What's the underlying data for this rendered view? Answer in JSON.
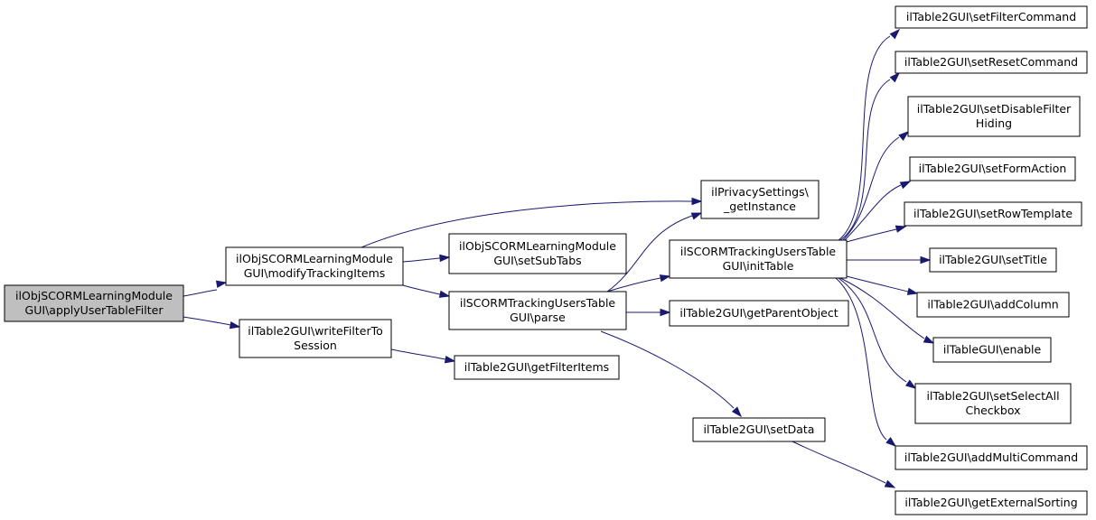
{
  "colors": {
    "node_fill": "#ffffff",
    "root_fill": "#bfbfbf",
    "edge": "#191970",
    "border": "#000000"
  },
  "nodes": [
    {
      "id": "applyUserTableFilter",
      "lines": [
        "ilObjSCORMLearningModule",
        "GUI\\applyUserTableFilter"
      ],
      "root": true
    },
    {
      "id": "modifyTrackingItems",
      "lines": [
        "ilObjSCORMLearningModule",
        "GUI\\modifyTrackingItems"
      ]
    },
    {
      "id": "writeFilterToSession",
      "lines": [
        "ilTable2GUI\\writeFilterTo",
        "Session"
      ]
    },
    {
      "id": "privacyGetInstance",
      "lines": [
        "ilPrivacySettings\\",
        "_getInstance"
      ]
    },
    {
      "id": "setSubTabs",
      "lines": [
        "ilObjSCORMLearningModule",
        "GUI\\setSubTabs"
      ]
    },
    {
      "id": "parse",
      "lines": [
        "ilSCORMTrackingUsersTable",
        "GUI\\parse"
      ]
    },
    {
      "id": "getFilterItems",
      "lines": [
        "ilTable2GUI\\getFilterItems"
      ]
    },
    {
      "id": "initTable",
      "lines": [
        "ilSCORMTrackingUsersTable",
        "GUI\\initTable"
      ]
    },
    {
      "id": "getParentObject",
      "lines": [
        "ilTable2GUI\\getParentObject"
      ]
    },
    {
      "id": "setData",
      "lines": [
        "ilTable2GUI\\setData"
      ]
    },
    {
      "id": "setFilterCommand",
      "lines": [
        "ilTable2GUI\\setFilterCommand"
      ]
    },
    {
      "id": "setResetCommand",
      "lines": [
        "ilTable2GUI\\setResetCommand"
      ]
    },
    {
      "id": "setDisableFilterHiding",
      "lines": [
        "ilTable2GUI\\setDisableFilter",
        "Hiding"
      ]
    },
    {
      "id": "setFormAction",
      "lines": [
        "ilTable2GUI\\setFormAction"
      ]
    },
    {
      "id": "setRowTemplate",
      "lines": [
        "ilTable2GUI\\setRowTemplate"
      ]
    },
    {
      "id": "setTitle",
      "lines": [
        "ilTable2GUI\\setTitle"
      ]
    },
    {
      "id": "addColumn",
      "lines": [
        "ilTable2GUI\\addColumn"
      ]
    },
    {
      "id": "enable",
      "lines": [
        "ilTableGUI\\enable"
      ]
    },
    {
      "id": "setSelectAllCheckbox",
      "lines": [
        "ilTable2GUI\\setSelectAll",
        "Checkbox"
      ]
    },
    {
      "id": "addMultiCommand",
      "lines": [
        "ilTable2GUI\\addMultiCommand"
      ]
    },
    {
      "id": "getExternalSorting",
      "lines": [
        "ilTable2GUI\\getExternalSorting"
      ]
    }
  ],
  "edges": [
    {
      "from": "applyUserTableFilter",
      "to": "modifyTrackingItems"
    },
    {
      "from": "applyUserTableFilter",
      "to": "writeFilterToSession"
    },
    {
      "from": "modifyTrackingItems",
      "to": "privacyGetInstance"
    },
    {
      "from": "modifyTrackingItems",
      "to": "setSubTabs"
    },
    {
      "from": "modifyTrackingItems",
      "to": "parse"
    },
    {
      "from": "writeFilterToSession",
      "to": "getFilterItems"
    },
    {
      "from": "parse",
      "to": "privacyGetInstance"
    },
    {
      "from": "parse",
      "to": "initTable"
    },
    {
      "from": "parse",
      "to": "getParentObject"
    },
    {
      "from": "parse",
      "to": "setData"
    },
    {
      "from": "initTable",
      "to": "setFilterCommand"
    },
    {
      "from": "initTable",
      "to": "setResetCommand"
    },
    {
      "from": "initTable",
      "to": "setDisableFilterHiding"
    },
    {
      "from": "initTable",
      "to": "setFormAction"
    },
    {
      "from": "initTable",
      "to": "setRowTemplate"
    },
    {
      "from": "initTable",
      "to": "setTitle"
    },
    {
      "from": "initTable",
      "to": "addColumn"
    },
    {
      "from": "initTable",
      "to": "enable"
    },
    {
      "from": "initTable",
      "to": "setSelectAllCheckbox"
    },
    {
      "from": "initTable",
      "to": "addMultiCommand"
    },
    {
      "from": "setData",
      "to": "getExternalSorting"
    }
  ]
}
